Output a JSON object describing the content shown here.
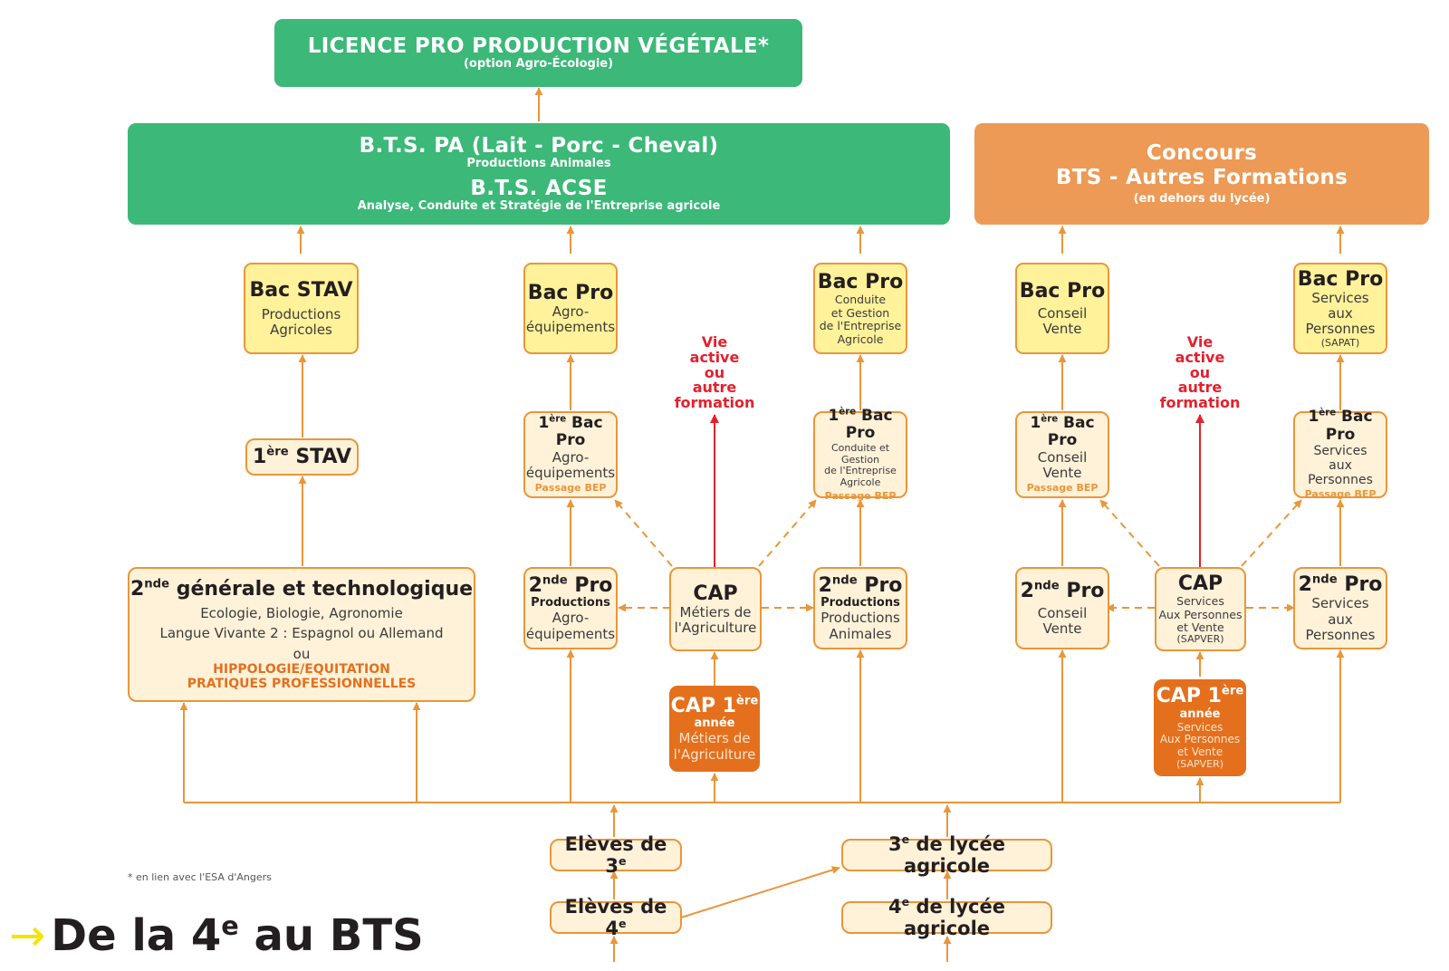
{
  "title": {
    "arrow": "→",
    "main": "De la 4",
    "sup": "e",
    "rest": " au BTS"
  },
  "footnote": "* en lien avec l'ESA d'Angers",
  "vie_active": [
    "Vie",
    "active",
    "ou",
    "autre",
    "formation"
  ],
  "nodes": {
    "licence": {
      "title": "LICENCE PRO PRODUCTION VÉGÉTALE*",
      "sub": "(option Agro-Écologie)"
    },
    "bts_pa": {
      "title": "B.T.S. PA (Lait - Porc - Cheval)",
      "sub": "Productions Animales"
    },
    "bts_acse": {
      "title": "B.T.S. ACSE",
      "sub": "Analyse, Conduite et Stratégie de l'Entreprise agricole"
    },
    "concours": {
      "line1": "Concours",
      "line2": "BTS - Autres Formations",
      "sub": "(en dehors du lycée)"
    },
    "bac_stav": {
      "title": "Bac STAV",
      "l1": "Productions",
      "l2": "Agricoles"
    },
    "bac_agro": {
      "title": "Bac Pro",
      "l1": "Agro-",
      "l2": "équipements"
    },
    "bac_cgea": {
      "title": "Bac Pro",
      "l1": "Conduite",
      "l2": "et Gestion",
      "l3": "de l'Entreprise",
      "l4": "Agricole"
    },
    "bac_cv": {
      "title": "Bac Pro",
      "l1": "Conseil",
      "l2": "Vente"
    },
    "bac_sap": {
      "title": "Bac Pro",
      "l1": "Services",
      "l2": "aux",
      "l3": "Personnes",
      "l4": "(SAPAT)"
    },
    "p1_stav": {
      "pre": "1",
      "sup": "ère",
      "title": " STAV"
    },
    "p1_agro": {
      "pre": "1",
      "sup": "ère",
      "title": " Bac Pro",
      "l1": "Agro-",
      "l2": "équipements",
      "note": "Passage BEP"
    },
    "p1_cgea": {
      "pre": "1",
      "sup": "ère",
      "title": " Bac Pro",
      "l1": "Conduite et Gestion",
      "l2": "de l'Entreprise",
      "l3": "Agricole",
      "note": "Passage BEP"
    },
    "p1_cv": {
      "pre": "1",
      "sup": "ère",
      "title": " Bac Pro",
      "l1": "Conseil",
      "l2": "Vente",
      "note": "Passage BEP"
    },
    "p1_sap": {
      "pre": "1",
      "sup": "ère",
      "title": " Bac Pro",
      "l1": "Services",
      "l2": "aux",
      "l3": "Personnes",
      "note": "Passage BEP"
    },
    "s2_gen": {
      "pre": "2",
      "sup": "nde",
      "title": " générale et technologique",
      "l1": "Ecologie, Biologie, Agronomie",
      "l2": "Langue Vivante 2 : Espagnol ou Allemand",
      "l3": "ou",
      "o1": "HIPPOLOGIE/EQUITATION",
      "o2": "PRATIQUES PROFESSIONNELLES"
    },
    "s2_agro": {
      "pre": "2",
      "sup": "nde",
      "title": " Pro",
      "bold": "Productions",
      "l1": "Agro-",
      "l2": "équipements"
    },
    "cap_agri": {
      "title": "CAP",
      "l1": "Métiers de",
      "l2": "l'Agriculture"
    },
    "s2_pa": {
      "pre": "2",
      "sup": "nde",
      "title": " Pro",
      "bold": "Productions",
      "l1": "Productions",
      "l2": "Animales"
    },
    "s2_cv": {
      "pre": "2",
      "sup": "nde",
      "title": " Pro",
      "l1": "Conseil",
      "l2": "Vente"
    },
    "cap_sap": {
      "title": "CAP",
      "l1": "Services",
      "l2": "Aux Personnes",
      "l3": "et Vente",
      "l4": "(SAPVER)"
    },
    "s2_sap": {
      "pre": "2",
      "sup": "nde",
      "title": " Pro",
      "l1": "Services",
      "l2": "aux",
      "l3": "Personnes"
    },
    "cap1_agri": {
      "title": "CAP 1",
      "sup": "ère",
      "sub": "année",
      "l1": "Métiers de",
      "l2": "l'Agriculture"
    },
    "cap1_sap": {
      "title": "CAP 1",
      "sup": "ère",
      "sub": "année",
      "l1": "Services",
      "l2": "Aux Personnes",
      "l3": "et Vente",
      "l4": "(SAPVER)"
    },
    "e3": {
      "pre": "Elèves de 3",
      "sup": "e"
    },
    "e4": {
      "pre": "Elèves de 4",
      "sup": "e"
    },
    "l3": {
      "pre": "3",
      "sup": "e",
      "title": " de lycée agricole"
    },
    "l4": {
      "pre": "4",
      "sup": "e",
      "title": " de lycée agricole"
    }
  },
  "colors": {
    "green": "#3cb878",
    "orange": "#ec9a55",
    "line": "#e9963a",
    "red": "#e4202d",
    "arrow_yellow": "#f5e300"
  }
}
